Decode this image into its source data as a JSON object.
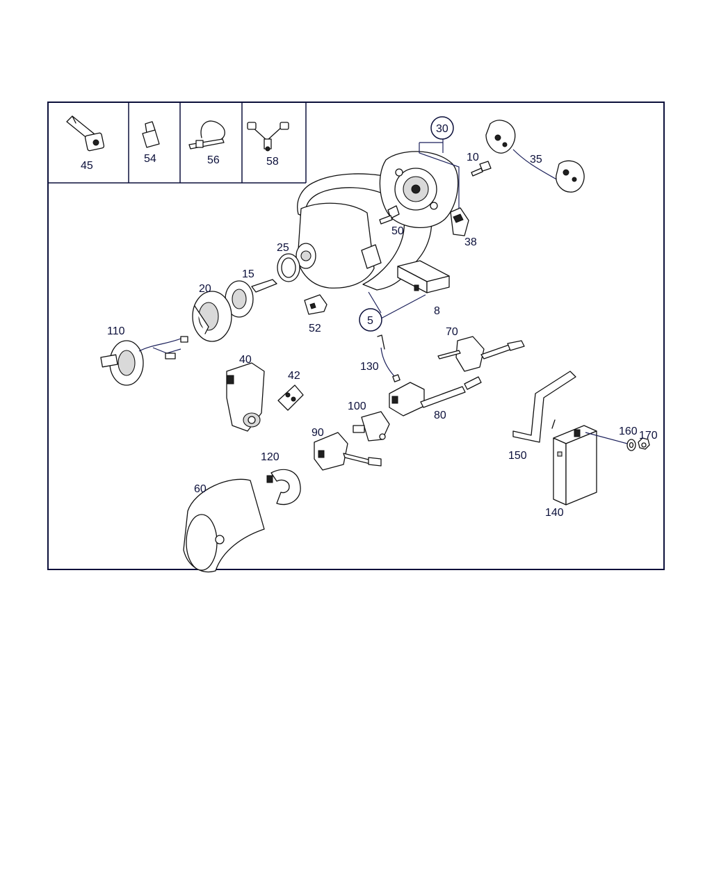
{
  "diagram": {
    "callouts": {
      "c5": "5",
      "c8": "8",
      "c10": "10",
      "c15": "15",
      "c20": "20",
      "c25": "25",
      "c30": "30",
      "c35": "35",
      "c38": "38",
      "c40": "40",
      "c42": "42",
      "c45": "45",
      "c50": "50",
      "c52": "52",
      "c54": "54",
      "c56": "56",
      "c58": "58",
      "c60": "60",
      "c70": "70",
      "c80": "80",
      "c90": "90",
      "c100": "100",
      "c110": "110",
      "c120": "120",
      "c130": "130",
      "c140": "140",
      "c150": "150",
      "c160": "160",
      "c170": "170"
    },
    "colors": {
      "frame": "#0b0f3a",
      "line": "#101010",
      "background": "#ffffff"
    }
  }
}
